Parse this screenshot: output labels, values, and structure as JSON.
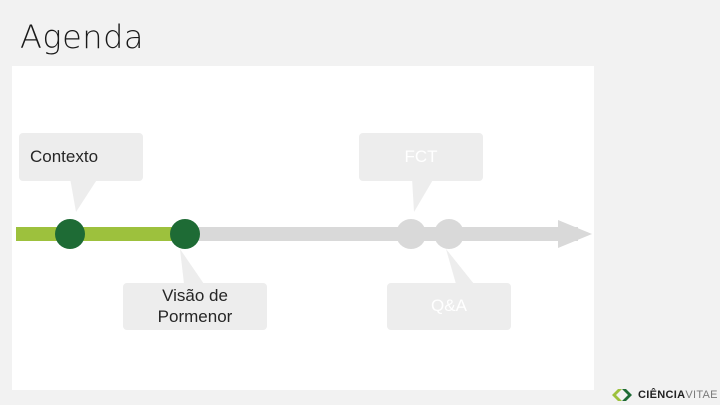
{
  "slide": {
    "title": "Agenda"
  },
  "timeline": {
    "items": [
      {
        "label": "Contexto",
        "state": "done"
      },
      {
        "label": "Visão de\nPormenor",
        "state": "done"
      },
      {
        "label": "FCT",
        "state": "pending"
      },
      {
        "label": "Q&A",
        "state": "pending"
      }
    ],
    "colors": {
      "progress": "#9dc13d",
      "track": "#d9d9d9",
      "done_dot": "#1e6b35",
      "pending_dot": "#d9d9d9"
    }
  },
  "logo": {
    "brand": "CIÊNCIA",
    "suffix": "VITAE",
    "icon": "chevron-mark-icon"
  }
}
